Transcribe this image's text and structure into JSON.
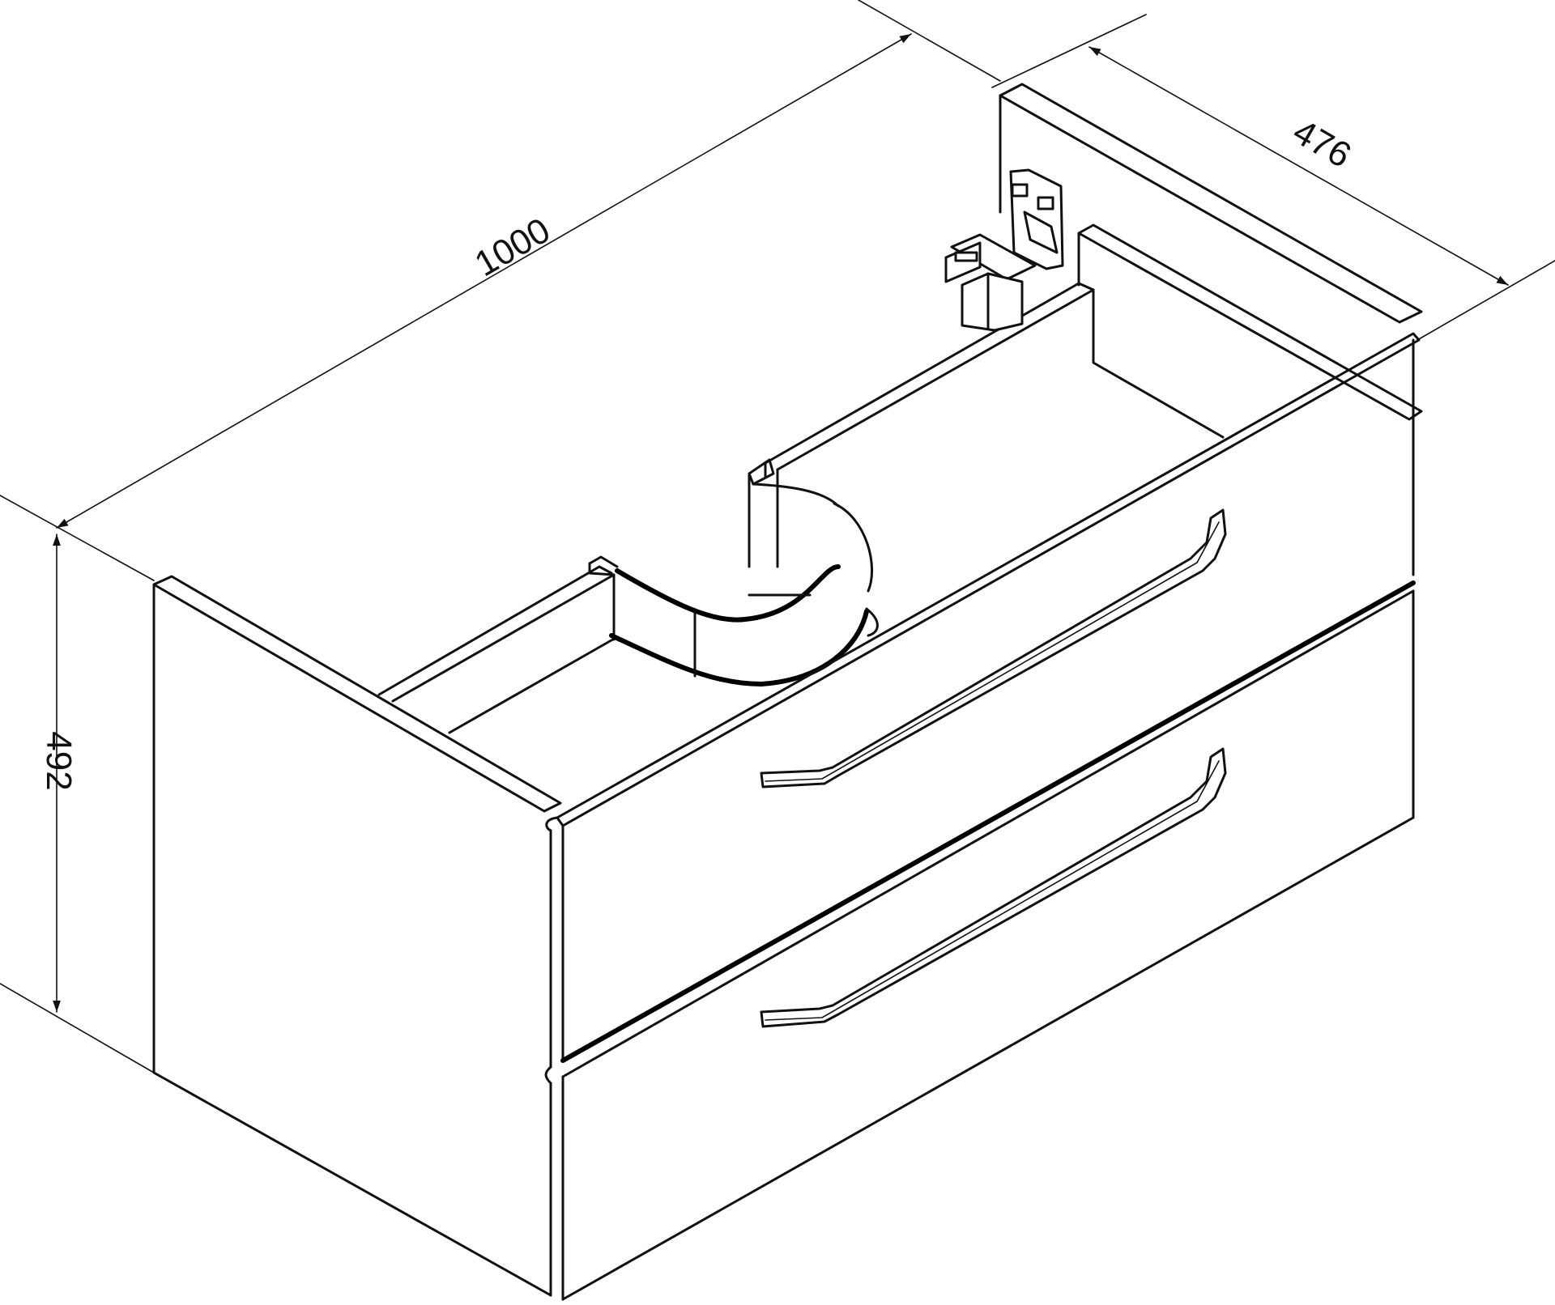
{
  "dimensions": {
    "width": "1000",
    "depth": "476",
    "height": "492"
  },
  "colors": {
    "line": "#111111",
    "background": "#ffffff"
  }
}
